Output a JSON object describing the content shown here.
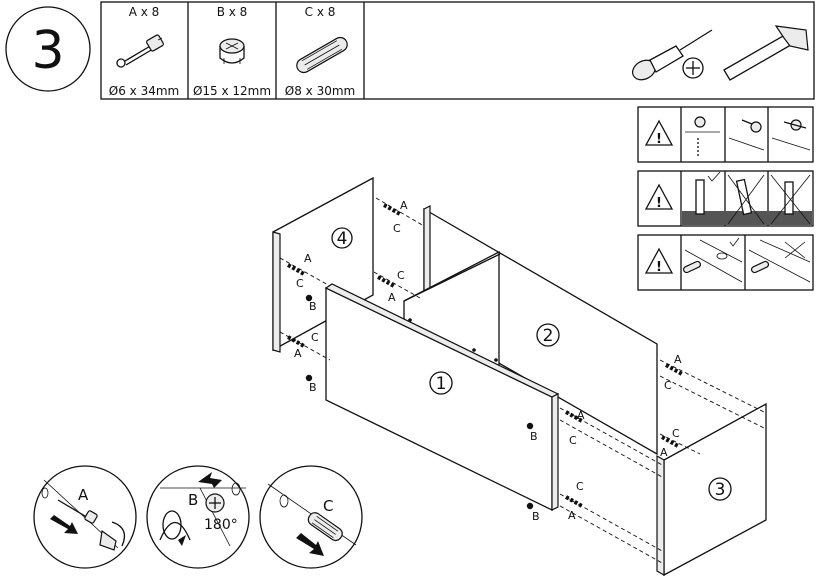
{
  "step": {
    "number": "3"
  },
  "parts": [
    {
      "id": "A",
      "qty_label": "A x 8",
      "size": "Ø6 x 34mm",
      "icon": "cam-bolt-icon"
    },
    {
      "id": "B",
      "qty_label": "B x 8",
      "size": "Ø15 x 12mm",
      "icon": "cam-lock-icon"
    },
    {
      "id": "C",
      "qty_label": "C x 8",
      "size": "Ø8 x 30mm",
      "icon": "wooden-dowel-icon"
    }
  ],
  "tools": [
    "phillips-screwdriver-icon",
    "phillips-head-icon",
    "hammer-icon"
  ],
  "warnings": [
    {
      "icon": "warning-triangle-icon",
      "text": "!"
    },
    {
      "icon": "warning-triangle-icon",
      "text": "!"
    },
    {
      "icon": "warning-triangle-icon",
      "text": "!"
    }
  ],
  "panels": {
    "p1": "1",
    "p2": "2",
    "p3": "3",
    "p4": "4"
  },
  "labels": {
    "a": "A",
    "b": "B",
    "c": "C"
  },
  "callouts": [
    {
      "letter": "A",
      "icon": "insert-cam-bolt-icon"
    },
    {
      "letter": "B",
      "icon": "turn-cam-lock-icon",
      "rotation": "180°"
    },
    {
      "letter": "C",
      "icon": "insert-dowel-icon"
    }
  ]
}
